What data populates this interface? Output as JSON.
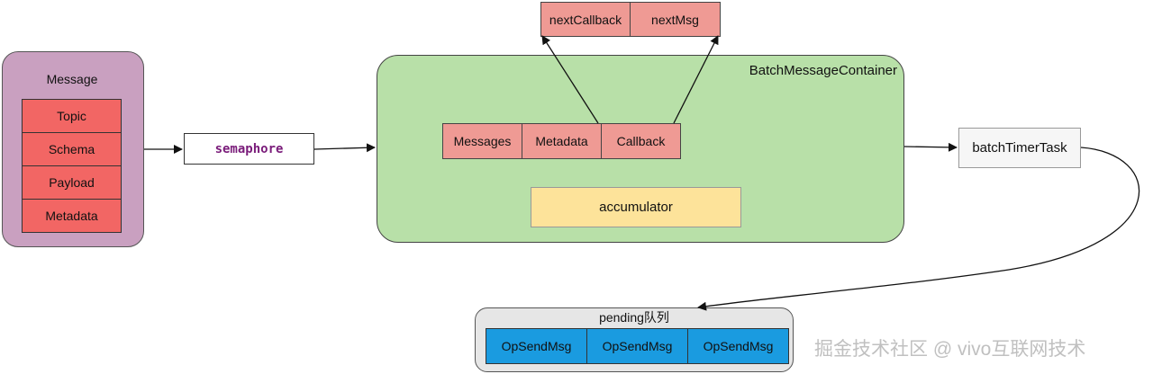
{
  "message_group": {
    "title": "Message",
    "fields": [
      "Topic",
      "Schema",
      "Payload",
      "Metadata"
    ]
  },
  "semaphore": {
    "label": "semaphore"
  },
  "container": {
    "title": "BatchMessageContainer",
    "row": [
      "Messages",
      "Metadata",
      "Callback"
    ],
    "accumulator": "accumulator"
  },
  "callback_chain": [
    "nextCallback",
    "nextMsg"
  ],
  "timer": {
    "label": "batchTimerTask"
  },
  "pending": {
    "title": "pending队列",
    "items": [
      "OpSendMsg",
      "OpSendMsg",
      "OpSendMsg"
    ]
  },
  "watermark": "掘金技术社区 @ vivo互联网技术",
  "colors": {
    "message_bg": "#c9a0c0",
    "field_red": "#f26664",
    "container_green": "#b8e0a8",
    "cell_pink": "#ef9a94",
    "accumulator_yellow": "#fde39a",
    "queue_blue": "#1a9be0",
    "semaphore_text": "#7a1c7a"
  }
}
